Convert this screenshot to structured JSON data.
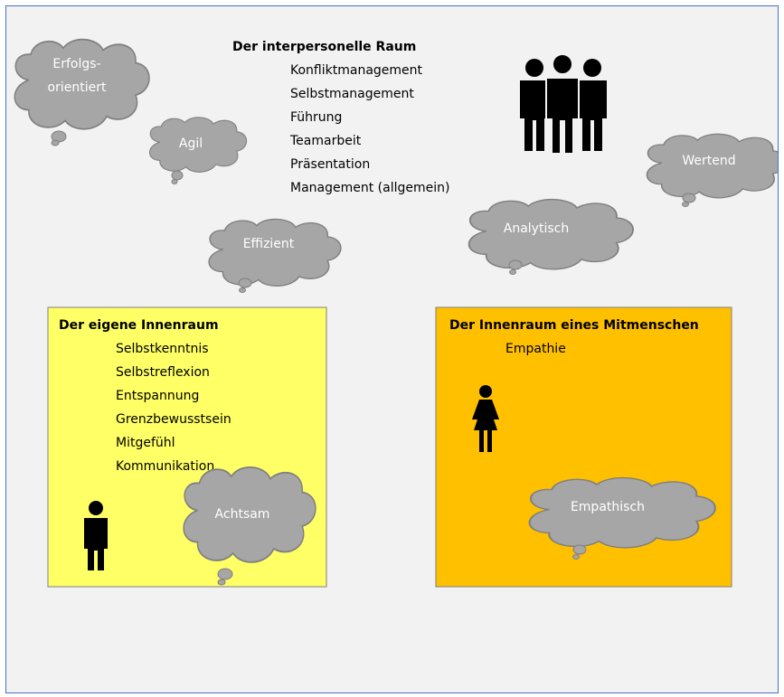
{
  "interpersonal": {
    "title": "Der interpersonelle Raum",
    "items": [
      "Konfliktmanagement",
      "Selbstmanagement",
      "Führung",
      "Teamarbeit",
      "Präsentation",
      "Management (allgemein)"
    ]
  },
  "own_inner_space": {
    "title": "Der eigene Innenraum",
    "items": [
      "Selbstkenntnis",
      "Selbstreflexion",
      "Entspannung",
      "Grenzbewusstsein",
      "Mitgefühl",
      "Kommunikation"
    ],
    "color": "#ffff66"
  },
  "other_inner_space": {
    "title": "Der Innenraum eines Mitmenschen",
    "items": [
      "Empathie"
    ],
    "color": "#ffc000"
  },
  "bubbles": {
    "erfolgs_line1": "Erfolgs-",
    "erfolgs_line2": "orientiert",
    "agil": "Agil",
    "effizient": "Effizient",
    "analytisch": "Analytisch",
    "wertend": "Wertend",
    "achtsam": "Achtsam",
    "empathisch": "Empathisch"
  },
  "colors": {
    "bubble_fill": "#a6a6a6",
    "bubble_stroke": "#7f7f7f",
    "background": "#f2f2f2",
    "frame": "#4472c4"
  },
  "icons": [
    "group-of-people-icon",
    "man-icon",
    "woman-icon",
    "thought-bubble-icon"
  ]
}
